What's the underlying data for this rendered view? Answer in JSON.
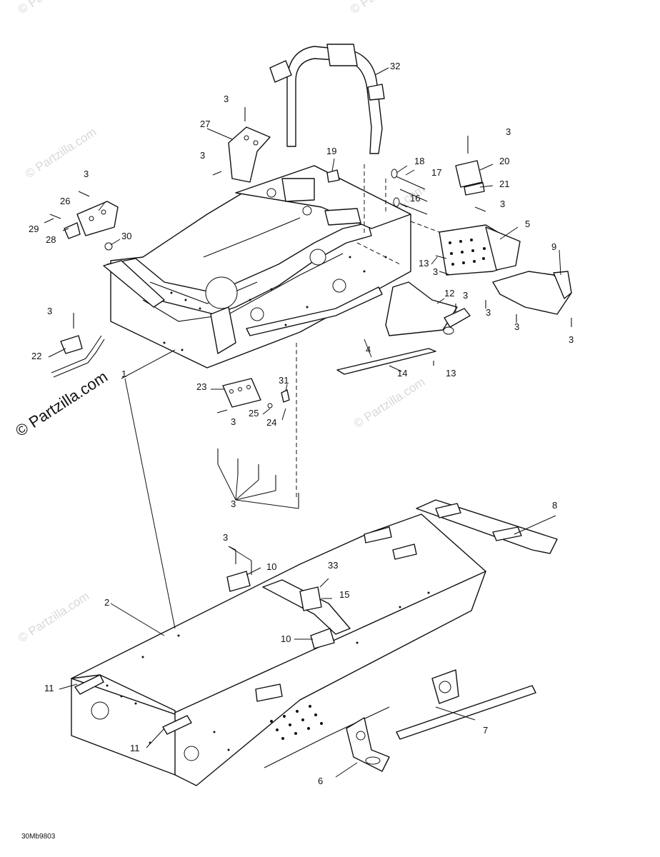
{
  "watermarks": {
    "primary": "© Partzilla.com",
    "faint": "© Partzilla.com"
  },
  "drawing_code": "30Mb9803",
  "callouts": {
    "c1": "1",
    "c2": "2",
    "c3": "3",
    "c4": "4",
    "c5": "5",
    "c6": "6",
    "c7": "7",
    "c8": "8",
    "c9": "9",
    "c10": "10",
    "c11": "11",
    "c12": "12",
    "c13": "13",
    "c14": "14",
    "c15": "15",
    "c16": "16",
    "c17": "17",
    "c18": "18",
    "c19": "19",
    "c20": "20",
    "c21": "21",
    "c22": "22",
    "c23": "23",
    "c24": "24",
    "c25": "25",
    "c26": "26",
    "c27": "27",
    "c28": "28",
    "c29": "29",
    "c30": "30",
    "c31": "31",
    "c32": "32",
    "c33": "33"
  }
}
